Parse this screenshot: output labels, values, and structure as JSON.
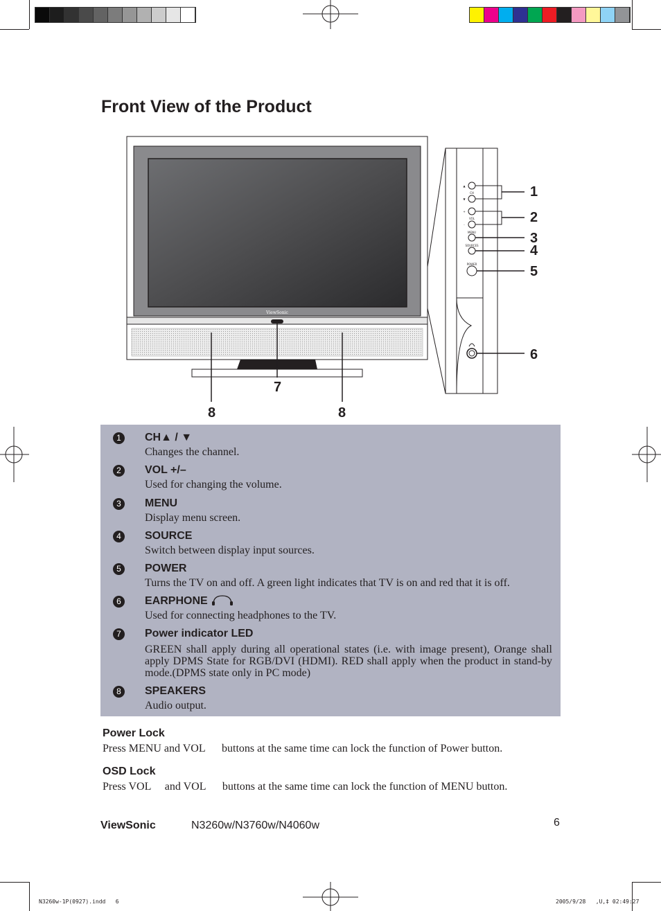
{
  "page": {
    "title": "Front View of the Product"
  },
  "print_marks": {
    "gray_swatches": [
      "#0a0a0a",
      "#1d1d1d",
      "#323232",
      "#4a4a4a",
      "#636363",
      "#7c7c7c",
      "#969696",
      "#b1b1b1",
      "#cccccc",
      "#e6e6e6",
      "#ffffff"
    ],
    "color_swatches": [
      "#fff200",
      "#ec008c",
      "#00aeef",
      "#2e3192",
      "#00a651",
      "#ed1c24",
      "#231f20",
      "#f49ac1",
      "#fff799",
      "#8fd3f5",
      "#929497"
    ]
  },
  "figure": {
    "brand_on_tv": "ViewSonic",
    "side_panel_labels": {
      "ch": "CH",
      "vol": "VOL",
      "menu": "MENU",
      "sources": "SOURCES",
      "power": "POWER",
      "up": "▲",
      "down": "▼",
      "plus": "+",
      "minus": "-"
    },
    "callouts": [
      "1",
      "2",
      "3",
      "4",
      "5",
      "6",
      "7",
      "8",
      "8"
    ]
  },
  "items": [
    {
      "num": "1",
      "title": "CH▲ / ▼",
      "desc": "Changes the channel."
    },
    {
      "num": "2",
      "title": "VOL +/–",
      "desc": "Used for changing the volume."
    },
    {
      "num": "3",
      "title": "MENU",
      "desc": "Display menu screen."
    },
    {
      "num": "4",
      "title": "SOURCE",
      "desc": "Switch between display input sources."
    },
    {
      "num": "5",
      "title": "POWER",
      "desc": "Turns the TV on and off. A green light indicates that TV is on and red that it is off."
    },
    {
      "num": "6",
      "title": "EARPHONE",
      "desc": "Used for connecting headphones to the TV."
    },
    {
      "num": "7",
      "title": "Power indicator LED",
      "desc": "GREEN shall apply during all operational states (i.e. with image present), Orange shall apply DPMS State for RGB/DVI (HDMI). RED shall apply when the product in stand-by mode.(DPMS state only in PC mode)"
    },
    {
      "num": "8",
      "title": "SPEAKERS",
      "desc": "Audio output."
    }
  ],
  "locks": {
    "power_lock_title": "Power Lock",
    "power_lock_text": "Press MENU and VOL      buttons at the same time can lock the function of Power button.",
    "osd_lock_title": "OSD Lock",
    "osd_lock_text": "Press VOL     and VOL      buttons at the same time can lock the function of MENU button."
  },
  "footer": {
    "brand": "ViewSonic",
    "models": "N3260w/N3760w/N4060w",
    "page_number": "6"
  },
  "slug": {
    "file": "N3260w-1P(0927).indd   6",
    "date": "2005/9/28   ,U,‡ 02:49:27"
  }
}
